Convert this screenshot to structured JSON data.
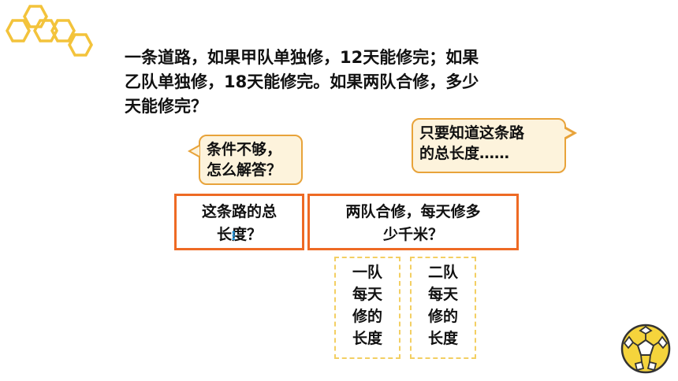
{
  "problem": {
    "line1": "一条道路，如果甲队单独修，12天能修完；如果",
    "line2": "乙队单独修，18天能修完。如果两队合修，多少",
    "line3": "天能修完？"
  },
  "bubbles": {
    "left": {
      "line1": "条件不够，",
      "line2": "怎么解答？"
    },
    "right": {
      "line1": "只要知道这条路",
      "line2": "的总长度……"
    }
  },
  "boxes": {
    "road_length": {
      "line1": "这条路的总",
      "line2": "长度？"
    },
    "daily_together": {
      "line1": "两队合修，每天修多",
      "line2": "少千米？"
    }
  },
  "sub_boxes": [
    {
      "lines": [
        "一队",
        "每天",
        "修的",
        "长度"
      ]
    },
    {
      "lines": [
        "二队",
        "每天",
        "修的",
        "长度"
      ]
    }
  ],
  "colors": {
    "honeycomb": "#f3c33b",
    "bubble_fill": "#fdf3dc",
    "bubble_border": "#e8a33a",
    "box_border": "#ee6a24",
    "dashed_border": "#f3cf63",
    "ball": "#f5d43c"
  },
  "icons": {
    "top_left": "honeycomb-icon",
    "bottom_right": "soccer-ball-icon",
    "cursor": "cursor-icon"
  }
}
